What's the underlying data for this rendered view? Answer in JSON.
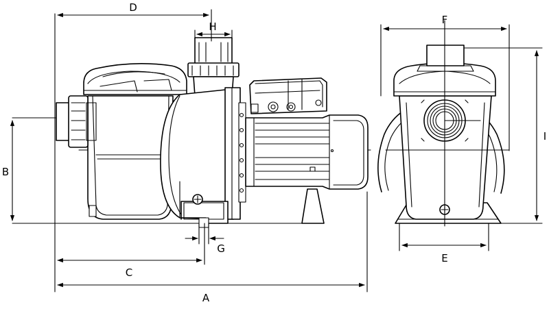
{
  "diagram": {
    "dimension_labels": {
      "A": "A",
      "B": "B",
      "C": "C",
      "D": "D",
      "E": "E",
      "F": "F",
      "G": "G",
      "H": "H",
      "I": "I"
    },
    "views": [
      "side-view",
      "front-view"
    ],
    "colors": {
      "line": "#000000",
      "background": "#ffffff"
    }
  }
}
